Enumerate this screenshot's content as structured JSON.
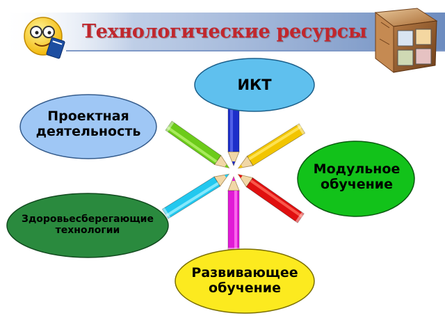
{
  "title": "Технологические ресурсы",
  "nodes": {
    "ikt": "ИКТ",
    "project": [
      "Проектная",
      "деятельность"
    ],
    "modular": [
      "Модульное",
      "обучение"
    ],
    "health": [
      "Здоровьесберегающие",
      "технологии"
    ],
    "developing": [
      "Развивающее",
      "обучение"
    ]
  },
  "icons": [
    "smiley-reading-icon",
    "photo-cube-icon",
    "pencils-star-icon"
  ],
  "colors": {
    "title": "#c1272d",
    "ikt_fill": "#5fc0ee",
    "project_fill": "#9fc7f5",
    "modular_fill": "#12c21a",
    "health_fill": "#2a8a3e",
    "developing_fill": "#fcea1f",
    "header_band": "#6a8fc4"
  }
}
